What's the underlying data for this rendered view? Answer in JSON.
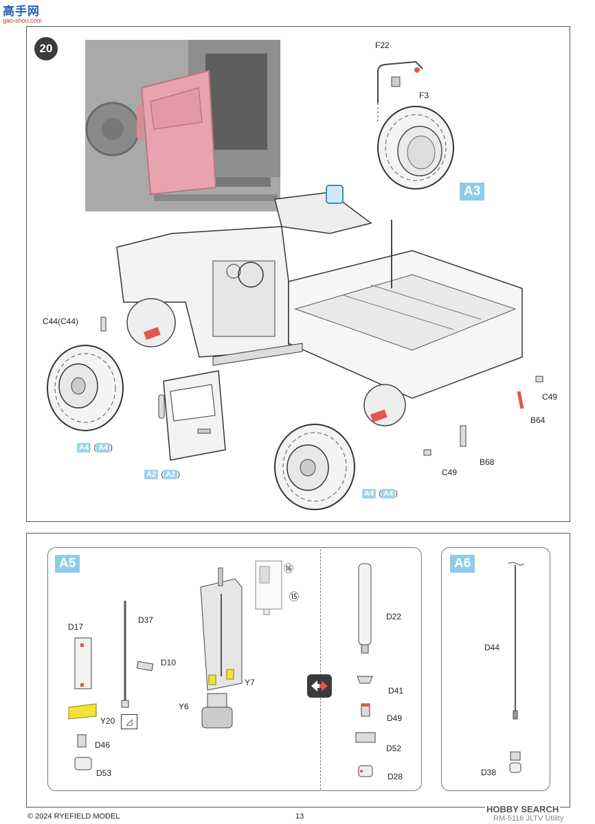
{
  "watermark": {
    "title": "高手网",
    "url": "gao-shou.com"
  },
  "step": {
    "number": "20"
  },
  "step20": {
    "labels": {
      "F22": "F22",
      "F3": "F3",
      "A3": "A3",
      "C44": "C44(C44)",
      "C49_top": "C49",
      "B64": "B64",
      "B68": "B68",
      "C49_bottom": "C49"
    },
    "refs": {
      "a4_left": {
        "tag": "A4",
        "paren": "A4"
      },
      "a2": {
        "tag": "A2",
        "paren": "A2"
      },
      "a4_right": {
        "tag": "A4",
        "paren": "A4"
      }
    }
  },
  "a5": {
    "title": "A5",
    "labels": {
      "D37": "D37",
      "D17": "D17",
      "D10": "D10",
      "Y7": "Y7",
      "Y6": "Y6",
      "Y20": "Y20",
      "D46": "D46",
      "D53": "D53",
      "decal16": "⑯",
      "decal15": "⑮",
      "D22": "D22",
      "D41": "D41",
      "D49": "D49",
      "D52": "D52",
      "D28": "D28"
    }
  },
  "a6": {
    "title": "A6",
    "labels": {
      "D44": "D44",
      "D38": "D38"
    }
  },
  "footer": {
    "copyright": "© 2024 RYEFIELD MODEL",
    "page": "13",
    "product": "RM-5116 JLTV Utility",
    "credit": "HOBBY SEARCH"
  },
  "colors": {
    "accent_blue": "#8fcbe6",
    "door_pink": "#e8a3ae",
    "part_red": "#e0574f",
    "part_yellow": "#f2e23a",
    "step_badge": "#3b3b3b"
  }
}
